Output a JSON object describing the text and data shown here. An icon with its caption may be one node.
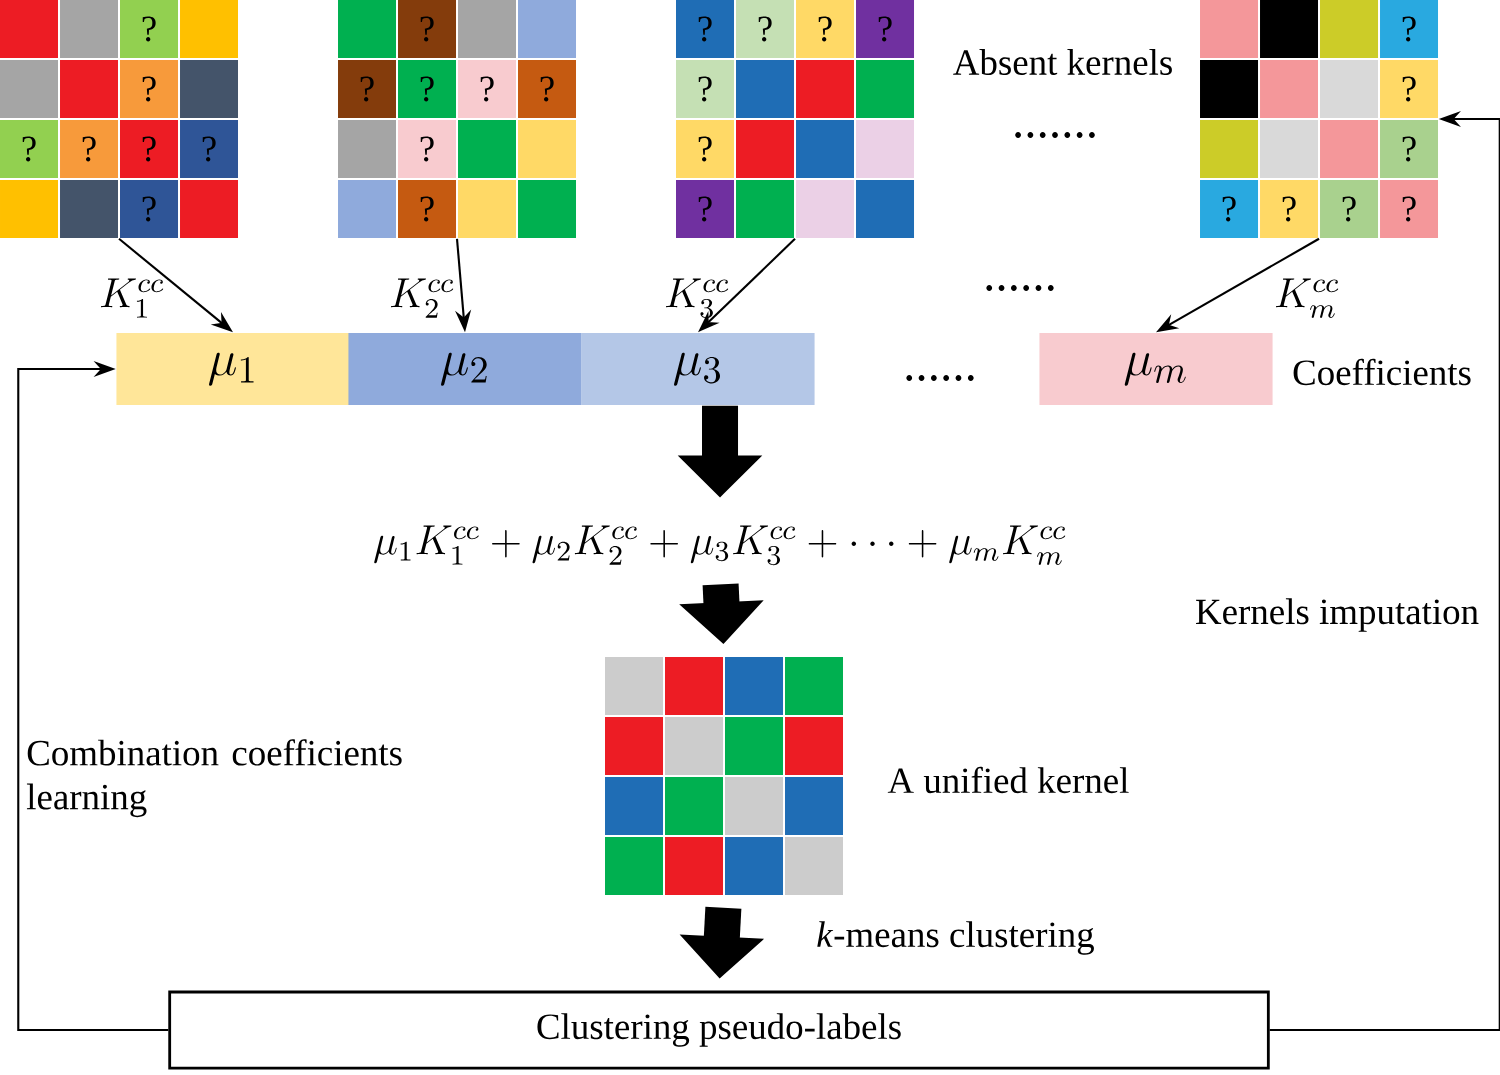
{
  "diagram": {
    "nodes": [
      {
        "text": [
          "?",
          "?",
          "?",
          "?",
          "?",
          "?",
          "?"
        ]
      },
      {
        "text": [
          "?",
          "?",
          "?",
          "?",
          "?",
          "?",
          "?"
        ]
      },
      {
        "text": [
          "?",
          "?",
          "?",
          "?",
          "?",
          "?",
          "?"
        ]
      },
      {
        "text": [
          "?",
          "?",
          "?",
          "?",
          "?",
          "?",
          "?"
        ]
      },
      {
        "text": [
          "\\mu_1"
        ]
      },
      {
        "text": [
          "\\mu_2"
        ]
      },
      {
        "text": [
          "\\mu_3"
        ]
      },
      {
        "text": [
          "\\mu_m"
        ]
      },
      {
        "text": [
          "\\mu_1K_1^{cc} + \\mu_2K_2^{cc} + \\mu_3K_3^{cc} + \\cdots + \\mu_mK_m^{cc}"
        ]
      },
      {
        "text": [],
        "shape": "box",
        "beside": [
          "A unified kernel"
        ]
      },
      {
        "text": [
          "Clustering pseudo-labels"
        ]
      }
    ],
    "edges": [
      {
        "from": 0,
        "to": 4,
        "arrow": "to",
        "label": "K_1^{cc}"
      },
      {
        "from": 1,
        "to": 5,
        "arrow": "to",
        "label": "K_2^{cc}"
      },
      {
        "from": 2,
        "to": 6,
        "arrow": "to",
        "label": "K_3^{cc}"
      },
      {
        "from": 3,
        "to": 7,
        "arrow": "to",
        "label": "K_m^{cc}"
      },
      {
        "from": 6,
        "to": 8,
        "arrow": "to",
        "style": "thick"
      },
      {
        "from": 8,
        "to": 9,
        "arrow": "to",
        "style": "thick"
      },
      {
        "from": 9,
        "to": 10,
        "arrow": "to",
        "style": "thick",
        "label": "*k*-means clustering"
      },
      {
        "from": 10,
        "to": 4,
        "arrow": "to",
        "label": "Combination coefficients learning"
      },
      {
        "from": 10,
        "to": 3,
        "arrow": "to",
        "label": "Kernels imputation"
      }
    ],
    "labels": [
      "Absent kernels",
      ".......",
      "......",
      "......",
      "Coefficients"
    ]
  }
}
